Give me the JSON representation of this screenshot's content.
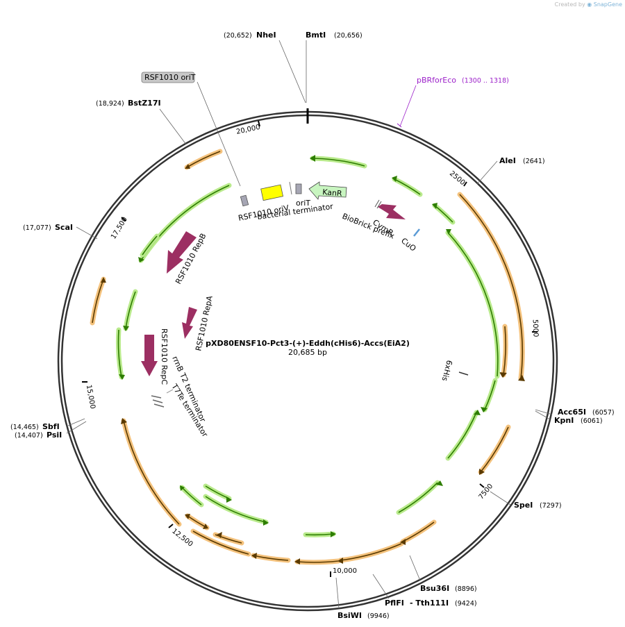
{
  "brand": {
    "prefix": "Created by",
    "name": "SnapGene"
  },
  "plasmid": {
    "name": "pXD80ENSF10-Pct3-(+)-Eddh(cHis6)-Accs(EiA2)",
    "length_label": "20,685 bp"
  },
  "ticks": [
    "2500",
    "5000",
    "7500",
    "10,000",
    "12,500",
    "15,000",
    "17,500",
    "20,000"
  ],
  "sites": [
    {
      "name": "NheI",
      "pos": "(20,652)"
    },
    {
      "name": "BmtI",
      "pos": "(20,656)"
    },
    {
      "name": "BstZ17I",
      "pos": "(18,924)"
    },
    {
      "name": "AleI",
      "pos": "(2641)"
    },
    {
      "name": "ScaI",
      "pos": "(17,077)"
    },
    {
      "name": "Acc65I",
      "pos": "(6057)"
    },
    {
      "name": "KpnI",
      "pos": "(6061)"
    },
    {
      "name": "SbfI",
      "pos": "(14,465)"
    },
    {
      "name": "PsiI",
      "pos": "(14,407)"
    },
    {
      "name": "SpeI",
      "pos": "(7297)"
    },
    {
      "name": "Bsu36I",
      "pos": "(8896)"
    },
    {
      "name": "PflFI",
      "pos": ""
    },
    {
      "name": "- Tth111I",
      "pos": "(9424)"
    },
    {
      "name": "BsiWI",
      "pos": "(9946)"
    }
  ],
  "primer": {
    "name": "pBRforEco",
    "range": "(1300 .. 1318)"
  },
  "boxed_feature": "RSF1010 oriT",
  "features": [
    "RSF1010 oriV",
    "oriT",
    "bacterial terminator",
    "KanR",
    "BioBrick prefix",
    "CymR",
    "CuO",
    "RSF1010 RepB",
    "RSF1010 RepA",
    "RSF1010 RepC",
    "rrnB T2 terminator",
    "T7Te terminator",
    "6xHis"
  ],
  "colors": {
    "orf_orange": "#f4c27d",
    "orf_stroke": "#5a3a00",
    "cds_green": "#b9ea8c",
    "cds_stroke": "#2d7d00",
    "gene_magenta": "#9c2f62",
    "kanr_fill": "#c8f5c0",
    "oriv_fill": "#ffff00",
    "primer": "#9b1fc9"
  }
}
